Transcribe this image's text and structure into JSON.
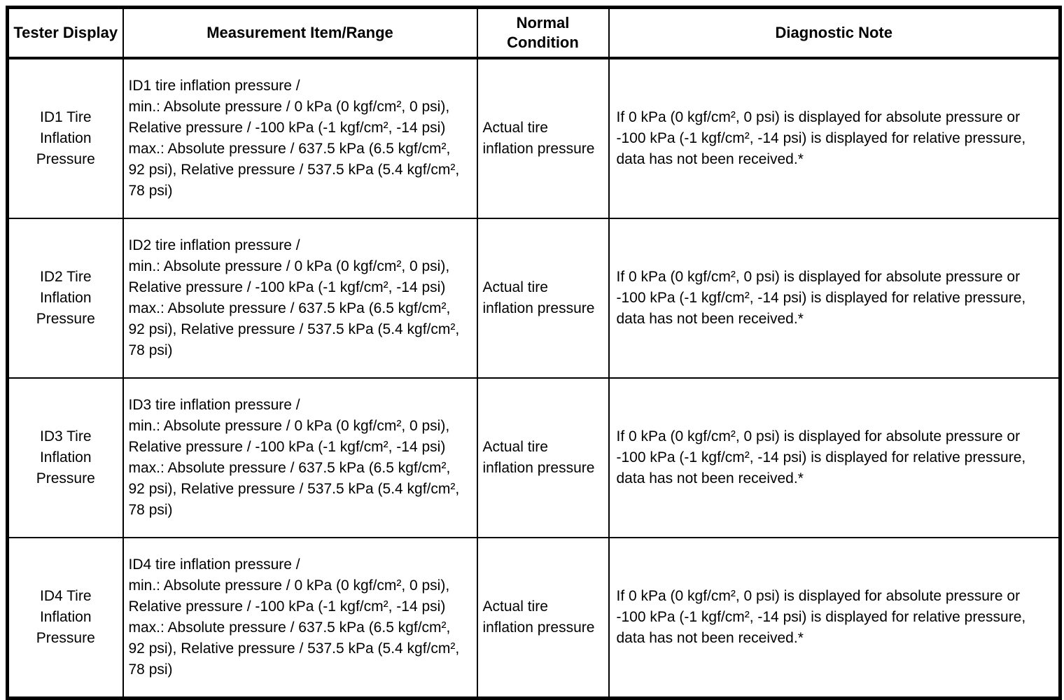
{
  "colors": {
    "border": "#000000",
    "text": "#000000",
    "background": "#ffffff"
  },
  "table": {
    "headers": {
      "tester_display": "Tester Display",
      "measurement": "Measurement Item/Range",
      "normal_condition": "Normal Condition",
      "diagnostic_note": "Diagnostic Note"
    },
    "rows": [
      {
        "tester_display": "ID1 Tire Inflation Pressure",
        "measurement": {
          "item": "ID1 tire inflation pressure /",
          "min": "min.: Absolute pressure / 0 kPa (0 kgf/cm², 0 psi), Relative pressure / -100 kPa (-1 kgf/cm², -14 psi)",
          "max": "max.: Absolute pressure / 637.5 kPa (6.5 kgf/cm², 92 psi), Relative pressure / 537.5 kPa (5.4 kgf/cm², 78 psi)"
        },
        "normal_condition": "Actual tire inflation pressure",
        "diagnostic_note": "If 0 kPa (0 kgf/cm², 0 psi) is displayed for absolute pressure or -100 kPa (-1 kgf/cm², -14 psi) is displayed for relative pressure, data has not been received.*"
      },
      {
        "tester_display": "ID2 Tire Inflation Pressure",
        "measurement": {
          "item": "ID2 tire inflation pressure /",
          "min": "min.: Absolute pressure / 0 kPa (0 kgf/cm², 0 psi), Relative pressure / -100 kPa (-1 kgf/cm², -14 psi)",
          "max": "max.: Absolute pressure / 637.5 kPa (6.5 kgf/cm², 92 psi), Relative pressure / 537.5 kPa (5.4 kgf/cm², 78 psi)"
        },
        "normal_condition": "Actual tire inflation pressure",
        "diagnostic_note": "If 0 kPa (0 kgf/cm², 0 psi) is displayed for absolute pressure or -100 kPa (-1 kgf/cm², -14 psi) is displayed for relative pressure, data has not been received.*"
      },
      {
        "tester_display": "ID3 Tire Inflation Pressure",
        "measurement": {
          "item": "ID3 tire inflation pressure /",
          "min": "min.: Absolute pressure / 0 kPa (0 kgf/cm², 0 psi), Relative pressure / -100 kPa (-1 kgf/cm², -14 psi)",
          "max": "max.: Absolute pressure / 637.5 kPa (6.5 kgf/cm², 92 psi), Relative pressure / 537.5 kPa (5.4 kgf/cm², 78 psi)"
        },
        "normal_condition": "Actual tire inflation pressure",
        "diagnostic_note": "If 0 kPa (0 kgf/cm², 0 psi) is displayed for absolute pressure or -100 kPa (-1 kgf/cm², -14 psi) is displayed for relative pressure, data has not been received.*"
      },
      {
        "tester_display": "ID4 Tire Inflation Pressure",
        "measurement": {
          "item": "ID4 tire inflation pressure /",
          "min": "min.: Absolute pressure / 0 kPa (0 kgf/cm², 0 psi), Relative pressure / -100 kPa (-1 kgf/cm², -14 psi)",
          "max": "max.: Absolute pressure / 637.5 kPa (6.5 kgf/cm², 92 psi), Relative pressure / 537.5 kPa (5.4 kgf/cm², 78 psi)"
        },
        "normal_condition": "Actual tire inflation pressure",
        "diagnostic_note": "If 0 kPa (0 kgf/cm², 0 psi) is displayed for absolute pressure or -100 kPa (-1 kgf/cm², -14 psi) is displayed for relative pressure, data has not been received.*"
      }
    ]
  }
}
